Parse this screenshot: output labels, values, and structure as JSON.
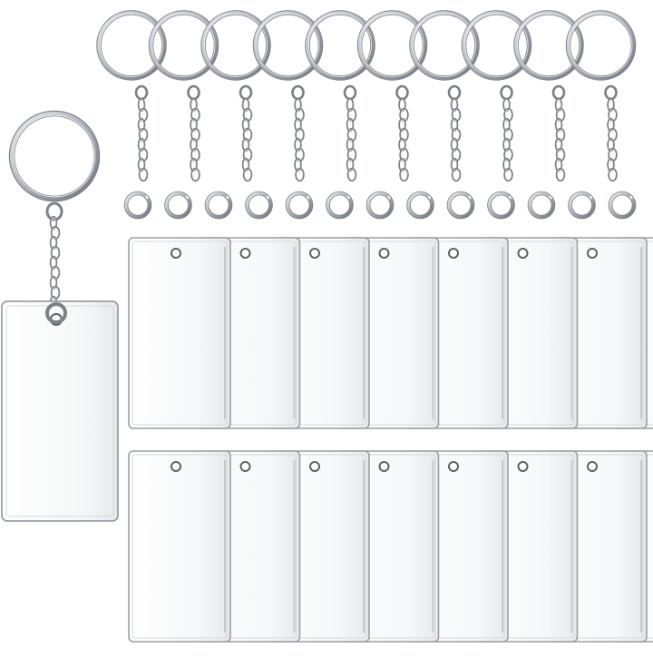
{
  "product": {
    "featured_keychain_count": 1,
    "split_ring_with_chain_count": 10,
    "jump_ring_count": 13,
    "acrylic_blank_rows": 2,
    "acrylic_blanks_per_row": 8,
    "acrylic_blank_total": 16
  },
  "colors": {
    "background": "#ffffff",
    "metal": "#b8bcc2",
    "metal_dark": "#7c8188",
    "metal_light": "#eef0f3",
    "acrylic_edge": "#9aa0a6",
    "acrylic_fill": "#f7f8f9"
  }
}
